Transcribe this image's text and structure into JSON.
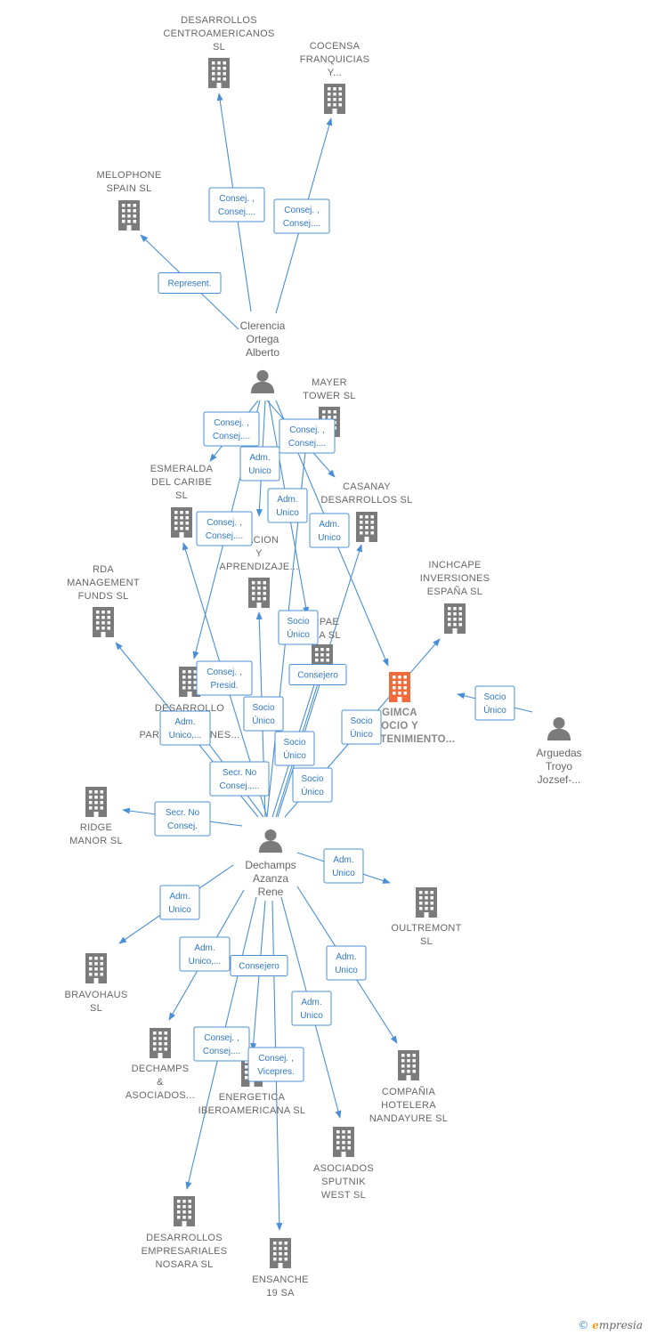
{
  "colors": {
    "edge": "#4a8fd6",
    "node": "#7b7b7b",
    "main_node": "#f26a3a",
    "text": "#666666"
  },
  "companies": [
    {
      "id": "desarrollos_centro",
      "icon": "building-icon",
      "lines": [
        "DESARROLLOS",
        "CENTROAMERICANOS",
        "SL"
      ]
    },
    {
      "id": "cocensa",
      "icon": "building-icon",
      "lines": [
        "COCENSA",
        "FRANQUICIAS",
        "Y..."
      ]
    },
    {
      "id": "melophone",
      "icon": "building-icon",
      "lines": [
        "MELOPHONE",
        "SPAIN SL"
      ]
    },
    {
      "id": "mayer",
      "icon": "building-icon",
      "lines": [
        "MAYER",
        "TOWER  SL"
      ]
    },
    {
      "id": "esmeralda",
      "icon": "building-icon",
      "lines": [
        "ESMERALDA",
        "DEL CARIBE",
        "SL"
      ]
    },
    {
      "id": "casanay",
      "icon": "building-icon",
      "lines": [
        "CASANAY",
        "DESARROLLOS SL"
      ]
    },
    {
      "id": "educacion",
      "icon": "building-icon",
      "lines": [
        "CACION",
        "Y",
        "APRENDIZAJE..."
      ]
    },
    {
      "id": "inchcape",
      "icon": "building-icon",
      "lines": [
        "INCHCAPE",
        "INVERSIONES",
        "ESPAÑA  SL"
      ]
    },
    {
      "id": "rda",
      "icon": "building-icon",
      "lines": [
        "RDA",
        "MANAGEMENT",
        "FUNDS  SL"
      ]
    },
    {
      "id": "arpae",
      "icon": "building-icon",
      "lines": [
        "ARPAE",
        "ORA  SL"
      ]
    },
    {
      "id": "gimca",
      "icon": "building-icon",
      "main": true,
      "lines": [
        "GIMCA",
        "OCIO Y",
        "ENTRETENIMIENTO..."
      ]
    },
    {
      "id": "desarrollo_part",
      "icon": "building-icon",
      "lines": [
        "DESARROLLO",
        "O",
        "PARTICIPACIONES..."
      ]
    },
    {
      "id": "ridge",
      "icon": "building-icon",
      "lines": [
        "RIDGE",
        "MANOR  SL"
      ]
    },
    {
      "id": "oultremont",
      "icon": "building-icon",
      "lines": [
        "OULTREMONT",
        "SL"
      ]
    },
    {
      "id": "bravohaus",
      "icon": "building-icon",
      "lines": [
        "BRAVOHAUS",
        "SL"
      ]
    },
    {
      "id": "dechamps_asoc",
      "icon": "building-icon",
      "lines": [
        "DECHAMPS",
        "&",
        "ASOCIADOS..."
      ]
    },
    {
      "id": "energetica",
      "icon": "building-icon",
      "lines": [
        "ENERGETICA",
        "IBEROAMERICANA SL"
      ]
    },
    {
      "id": "compania_hotelera",
      "icon": "building-icon",
      "lines": [
        "COMPAÑIA",
        "HOTELERA",
        "NANDAYURE SL"
      ]
    },
    {
      "id": "sputnik",
      "icon": "building-icon",
      "lines": [
        "ASOCIADOS",
        "SPUTNIK",
        "WEST SL"
      ]
    },
    {
      "id": "nosara",
      "icon": "building-icon",
      "lines": [
        "DESARROLLOS",
        "EMPRESARIALES",
        "NOSARA SL"
      ]
    },
    {
      "id": "ensanche",
      "icon": "building-icon",
      "lines": [
        "ENSANCHE",
        "19 SA"
      ]
    }
  ],
  "persons": [
    {
      "id": "clerencia",
      "icon": "person-icon",
      "lines": [
        "Clerencia",
        "Ortega",
        "Alberto"
      ]
    },
    {
      "id": "dechamps",
      "icon": "person-icon",
      "lines": [
        "Dechamps",
        "Azanza",
        "Rene"
      ]
    },
    {
      "id": "arguedas",
      "icon": "person-icon",
      "lines": [
        "Arguedas",
        "Troyo",
        "Jozsef-..."
      ]
    }
  ],
  "edges": [
    {
      "id": "e1",
      "lines": [
        "Consej. ,",
        "Consej...."
      ]
    },
    {
      "id": "e2",
      "lines": [
        "Consej. ,",
        "Consej...."
      ]
    },
    {
      "id": "e3",
      "lines": [
        "Represent."
      ]
    },
    {
      "id": "e4",
      "lines": [
        "Consej. ,",
        "Consej...."
      ]
    },
    {
      "id": "e5",
      "lines": [
        "Consej. ,",
        "Consej...."
      ]
    },
    {
      "id": "e6",
      "lines": [
        "Adm.",
        "Unico"
      ]
    },
    {
      "id": "e7",
      "lines": [
        "Adm.",
        "Unico"
      ]
    },
    {
      "id": "e8",
      "lines": [
        "Consej. ,",
        "Consej...."
      ]
    },
    {
      "id": "e9",
      "lines": [
        "Adm.",
        "Unico"
      ]
    },
    {
      "id": "e10",
      "lines": [
        "Socio",
        "Único"
      ]
    },
    {
      "id": "e11",
      "lines": [
        "Consej. ,",
        "Presid."
      ]
    },
    {
      "id": "e12",
      "lines": [
        "Consejero"
      ]
    },
    {
      "id": "e13",
      "lines": [
        "Socio",
        "Único"
      ]
    },
    {
      "id": "e14",
      "lines": [
        "Adm.",
        "Unico,..."
      ]
    },
    {
      "id": "e15",
      "lines": [
        "Socio",
        "Único"
      ]
    },
    {
      "id": "e16",
      "lines": [
        "Socio",
        "Único"
      ]
    },
    {
      "id": "e17",
      "lines": [
        "Secr.  No",
        "Consej.,..."
      ]
    },
    {
      "id": "e18",
      "lines": [
        "Socio",
        "Único"
      ]
    },
    {
      "id": "e19",
      "lines": [
        "Socio",
        "Único"
      ]
    },
    {
      "id": "e20",
      "lines": [
        "Secr.  No",
        "Consej."
      ]
    },
    {
      "id": "e21",
      "lines": [
        "Adm.",
        "Unico"
      ]
    },
    {
      "id": "e22",
      "lines": [
        "Adm.",
        "Unico"
      ]
    },
    {
      "id": "e23",
      "lines": [
        "Adm.",
        "Unico,..."
      ]
    },
    {
      "id": "e24",
      "lines": [
        "Consejero"
      ]
    },
    {
      "id": "e25",
      "lines": [
        "Adm.",
        "Unico"
      ]
    },
    {
      "id": "e26",
      "lines": [
        "Adm.",
        "Unico"
      ]
    },
    {
      "id": "e27",
      "lines": [
        "Consej. ,",
        "Consej...."
      ]
    },
    {
      "id": "e28",
      "lines": [
        "Consej. ,",
        "Vicepres."
      ]
    }
  ],
  "footer": {
    "copyright": "©",
    "brand_first": "e",
    "brand_rest": "mpresia"
  }
}
